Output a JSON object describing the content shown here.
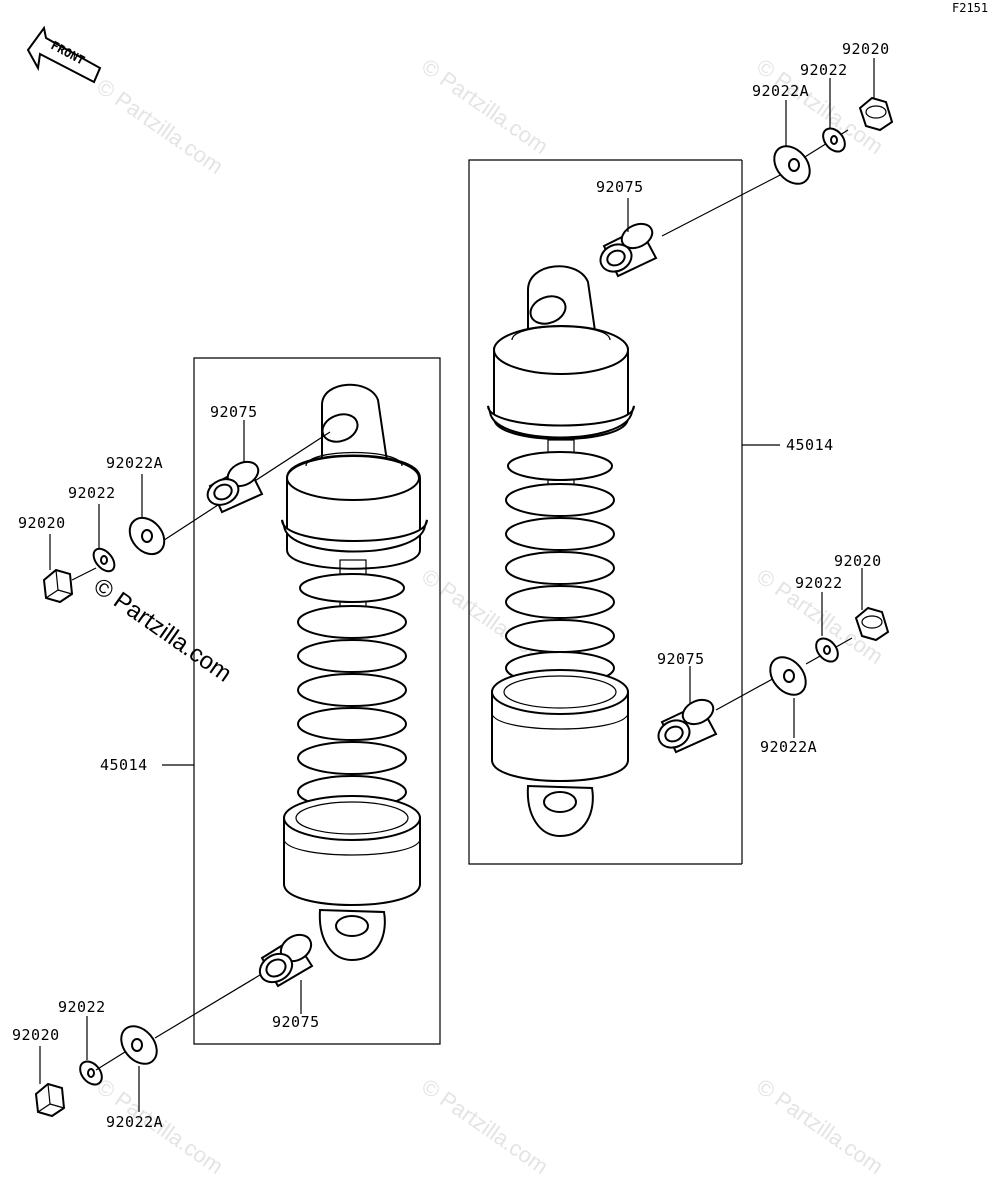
{
  "figure_code": "F2151",
  "front_indicator": "FRONT",
  "watermark": "© Partzilla.com",
  "watermark_main": "© Partzilla.com",
  "parts": {
    "shock_absorber": "45014",
    "bushing": "92075",
    "washer": "92022",
    "washer_a": "92022A",
    "nut": "92020"
  }
}
